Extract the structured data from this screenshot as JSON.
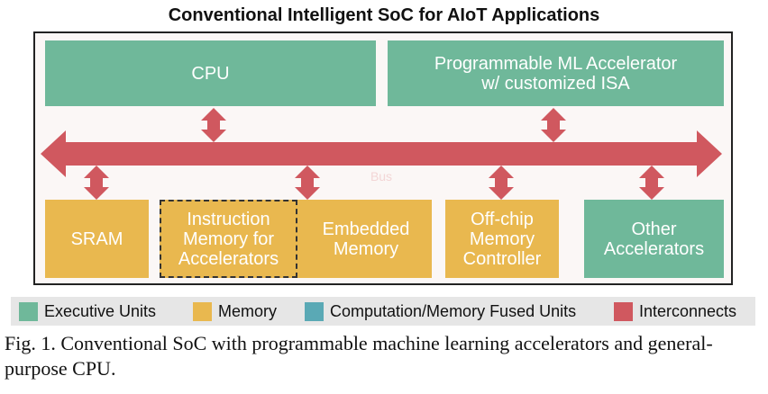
{
  "title": "Conventional Intelligent SoC for AIoT Applications",
  "blocks": {
    "cpu": "CPU",
    "ml_accelerator": "Programmable ML Accelerator\nw/ customized ISA",
    "sram": "SRAM",
    "instruction_memory": "Instruction\nMemory for\nAccelerators",
    "embedded_memory": "Embedded\nMemory",
    "offchip_controller": "Off-chip\nMemory\nController",
    "other_accelerators": "Other\nAccelerators"
  },
  "bus_label": "Bus",
  "legend": [
    {
      "label": "Executive Units",
      "color": "#6fb89a"
    },
    {
      "label": "Memory",
      "color": "#e9b84f"
    },
    {
      "label": "Computation/Memory Fused Units",
      "color": "#5aa9b5"
    },
    {
      "label": "Interconnects",
      "color": "#d0585f"
    }
  ],
  "caption": "Fig. 1.  Conventional SoC with programmable machine learning accelerators and general-purpose CPU.",
  "colors": {
    "executive": "#6fb89a",
    "memory": "#e9b84f",
    "fused": "#5aa9b5",
    "interconnect": "#d0585f"
  }
}
